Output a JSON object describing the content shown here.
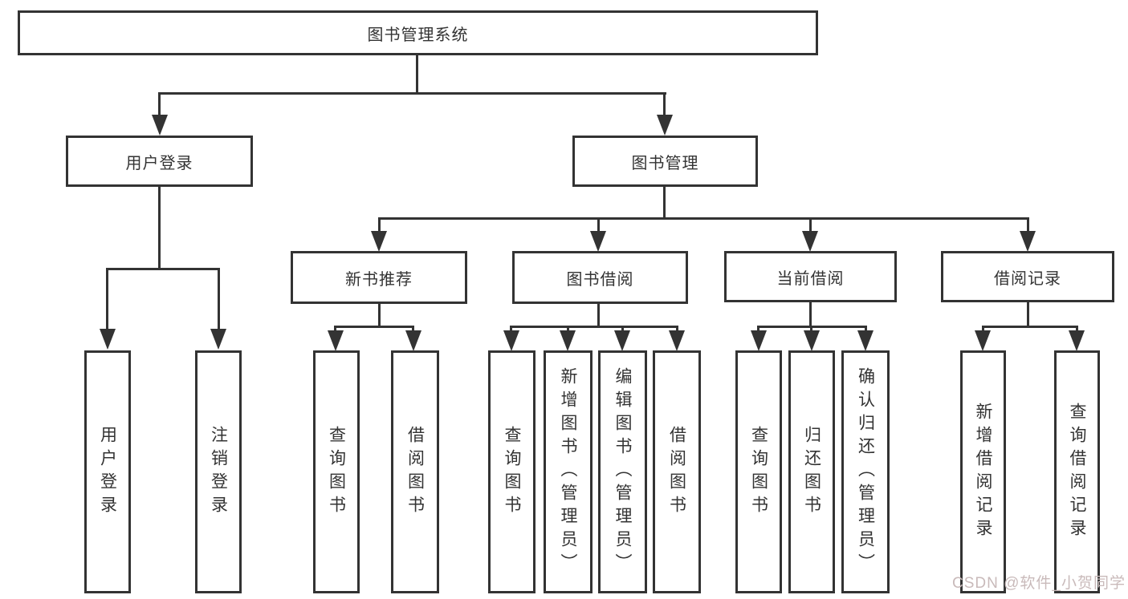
{
  "tree": {
    "label": "图书管理系统",
    "children": [
      {
        "label": "用户登录",
        "children": [
          {
            "label": "用户登录"
          },
          {
            "label": "注销登录"
          }
        ]
      },
      {
        "label": "图书管理",
        "children": [
          {
            "label": "新书推荐",
            "children": [
              {
                "label": "查询图书"
              },
              {
                "label": "借阅图书"
              }
            ]
          },
          {
            "label": "图书借阅",
            "children": [
              {
                "label": "查询图书"
              },
              {
                "label": "新增图书（管理员）"
              },
              {
                "label": "编辑图书（管理员）"
              },
              {
                "label": "借阅图书"
              }
            ]
          },
          {
            "label": "当前借阅",
            "children": [
              {
                "label": "查询图书"
              },
              {
                "label": "归还图书"
              },
              {
                "label": "确认归还（管理员）"
              }
            ]
          },
          {
            "label": "借阅记录",
            "children": [
              {
                "label": "新增借阅记录"
              },
              {
                "label": "查询借阅记录"
              }
            ]
          }
        ]
      }
    ]
  },
  "watermark": {
    "text": "CSDN @软件_小贺同学",
    "color": "#c9baba"
  },
  "colors": {
    "background": "#ffffff",
    "box_border": "#333333",
    "connector_line": "#333333",
    "text": "#333333"
  }
}
